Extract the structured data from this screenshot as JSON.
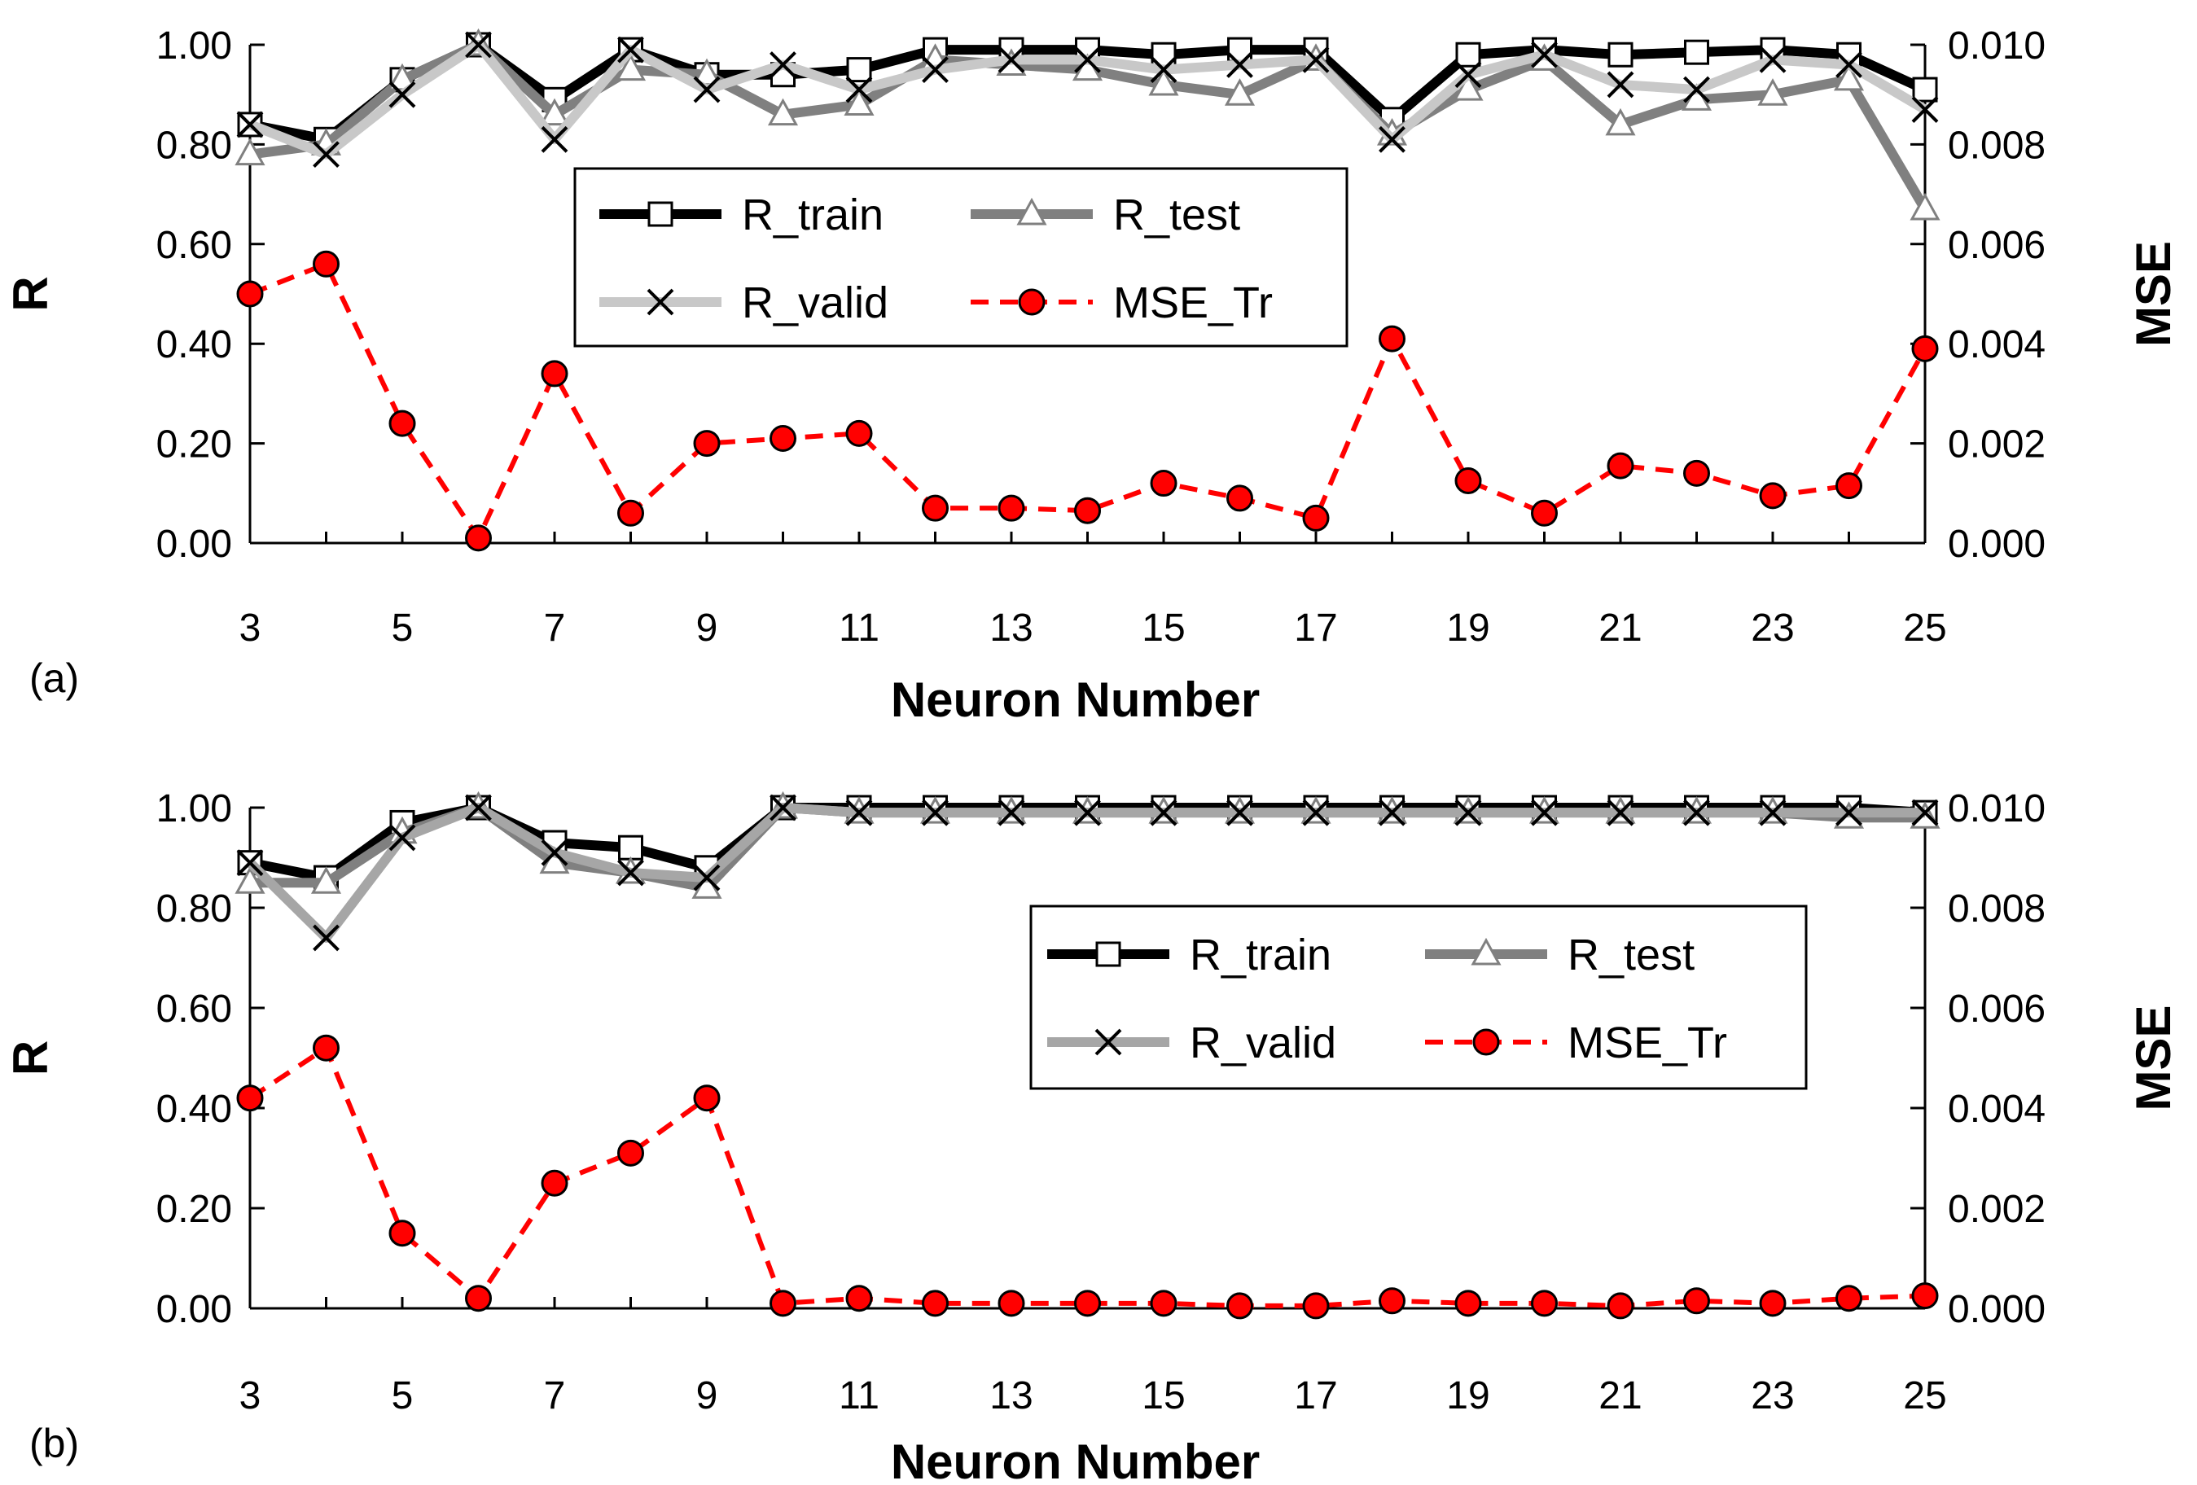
{
  "chart_data": [
    {
      "type": "line",
      "panel_label": "(a)",
      "xlabel": "Neuron Number",
      "ylabel": "R",
      "y2label": "MSE",
      "x": [
        3,
        4,
        5,
        6,
        7,
        8,
        9,
        10,
        11,
        12,
        13,
        14,
        15,
        16,
        17,
        18,
        19,
        20,
        21,
        22,
        23,
        24,
        25
      ],
      "xticks": [
        "3",
        "5",
        "7",
        "9",
        "11",
        "13",
        "15",
        "17",
        "19",
        "21",
        "23",
        "25"
      ],
      "ylim": [
        0,
        1
      ],
      "y2lim": [
        0,
        0.01
      ],
      "yticks": [
        "0.00",
        "0.20",
        "0.40",
        "0.60",
        "0.80",
        "1.00"
      ],
      "y2ticks": [
        "0.000",
        "0.002",
        "0.004",
        "0.006",
        "0.008",
        "0.010"
      ],
      "legend_position": "upper-center",
      "series": [
        {
          "name": "R_train",
          "axis": "left",
          "color": "#000000",
          "marker": "square",
          "values": [
            0.84,
            0.81,
            0.93,
            1.0,
            0.89,
            0.99,
            0.94,
            0.94,
            0.95,
            0.99,
            0.99,
            0.99,
            0.98,
            0.99,
            0.99,
            0.85,
            0.98,
            0.99,
            0.98,
            0.985,
            0.99,
            0.98,
            0.91
          ]
        },
        {
          "name": "R_test",
          "axis": "left",
          "color": "#808080",
          "marker": "triangle",
          "values": [
            0.78,
            0.8,
            0.93,
            1.0,
            0.86,
            0.95,
            0.94,
            0.86,
            0.88,
            0.97,
            0.96,
            0.95,
            0.92,
            0.9,
            0.97,
            0.82,
            0.91,
            0.97,
            0.84,
            0.89,
            0.9,
            0.93,
            0.67
          ]
        },
        {
          "name": "R_valid",
          "axis": "left",
          "color": "#c0c0c0",
          "marker": "x",
          "values": [
            0.84,
            0.78,
            0.9,
            1.0,
            0.81,
            0.99,
            0.91,
            0.96,
            0.91,
            0.95,
            0.97,
            0.97,
            0.95,
            0.96,
            0.97,
            0.81,
            0.94,
            0.98,
            0.92,
            0.91,
            0.97,
            0.96,
            0.87
          ]
        },
        {
          "name": "MSE_Tr",
          "axis": "right",
          "color": "#ff0000",
          "marker": "circle",
          "dashed": true,
          "values": [
            0.005,
            0.0056,
            0.0024,
            0.0001,
            0.0034,
            0.0006,
            0.002,
            0.0021,
            0.0022,
            0.0007,
            0.0007,
            0.00065,
            0.0012,
            0.0009,
            0.0005,
            0.0041,
            0.00125,
            0.0006,
            0.00155,
            0.0014,
            0.00095,
            0.00115,
            0.0039
          ]
        }
      ]
    },
    {
      "type": "line",
      "panel_label": "(b)",
      "xlabel": "Neuron Number",
      "ylabel": "R",
      "y2label": "MSE",
      "x": [
        3,
        4,
        5,
        6,
        7,
        8,
        9,
        10,
        11,
        12,
        13,
        14,
        15,
        16,
        17,
        18,
        19,
        20,
        21,
        22,
        23,
        24,
        25
      ],
      "xticks": [
        "3",
        "5",
        "7",
        "9",
        "11",
        "13",
        "15",
        "17",
        "19",
        "21",
        "23",
        "25"
      ],
      "ylim": [
        0,
        1
      ],
      "y2lim": [
        0,
        0.01
      ],
      "yticks": [
        "0.00",
        "0.20",
        "0.40",
        "0.60",
        "0.80",
        "1.00"
      ],
      "y2ticks": [
        "0.000",
        "0.002",
        "0.004",
        "0.006",
        "0.008",
        "0.010"
      ],
      "legend_position": "center-right",
      "series": [
        {
          "name": "R_train",
          "axis": "left",
          "color": "#000000",
          "marker": "square",
          "values": [
            0.89,
            0.86,
            0.97,
            1.0,
            0.93,
            0.92,
            0.88,
            1.0,
            1.0,
            1.0,
            1.0,
            1.0,
            1.0,
            1.0,
            1.0,
            1.0,
            1.0,
            1.0,
            1.0,
            1.0,
            1.0,
            1.0,
            0.99
          ]
        },
        {
          "name": "R_test",
          "axis": "left",
          "color": "#808080",
          "marker": "triangle",
          "values": [
            0.85,
            0.85,
            0.95,
            1.0,
            0.89,
            0.87,
            0.84,
            1.0,
            0.99,
            0.99,
            0.99,
            0.99,
            0.99,
            0.99,
            0.99,
            0.99,
            0.99,
            0.99,
            0.99,
            0.99,
            0.99,
            0.98,
            0.98
          ]
        },
        {
          "name": "R_valid",
          "axis": "left",
          "color": "#a6a6a6",
          "marker": "x",
          "values": [
            0.89,
            0.74,
            0.94,
            1.0,
            0.91,
            0.87,
            0.86,
            1.0,
            0.99,
            0.99,
            0.99,
            0.99,
            0.99,
            0.99,
            0.99,
            0.99,
            0.99,
            0.99,
            0.99,
            0.99,
            0.99,
            0.99,
            0.99
          ]
        },
        {
          "name": "MSE_Tr",
          "axis": "right",
          "color": "#ff0000",
          "marker": "circle",
          "dashed": true,
          "values": [
            0.0042,
            0.0052,
            0.0015,
            0.0002,
            0.0025,
            0.0031,
            0.0042,
            0.0001,
            0.0002,
            0.0001,
            0.0001,
            0.0001,
            0.0001,
            5e-05,
            5e-05,
            0.00015,
            0.0001,
            0.0001,
            5e-05,
            0.00015,
            0.0001,
            0.0002,
            0.00025
          ]
        }
      ]
    }
  ]
}
